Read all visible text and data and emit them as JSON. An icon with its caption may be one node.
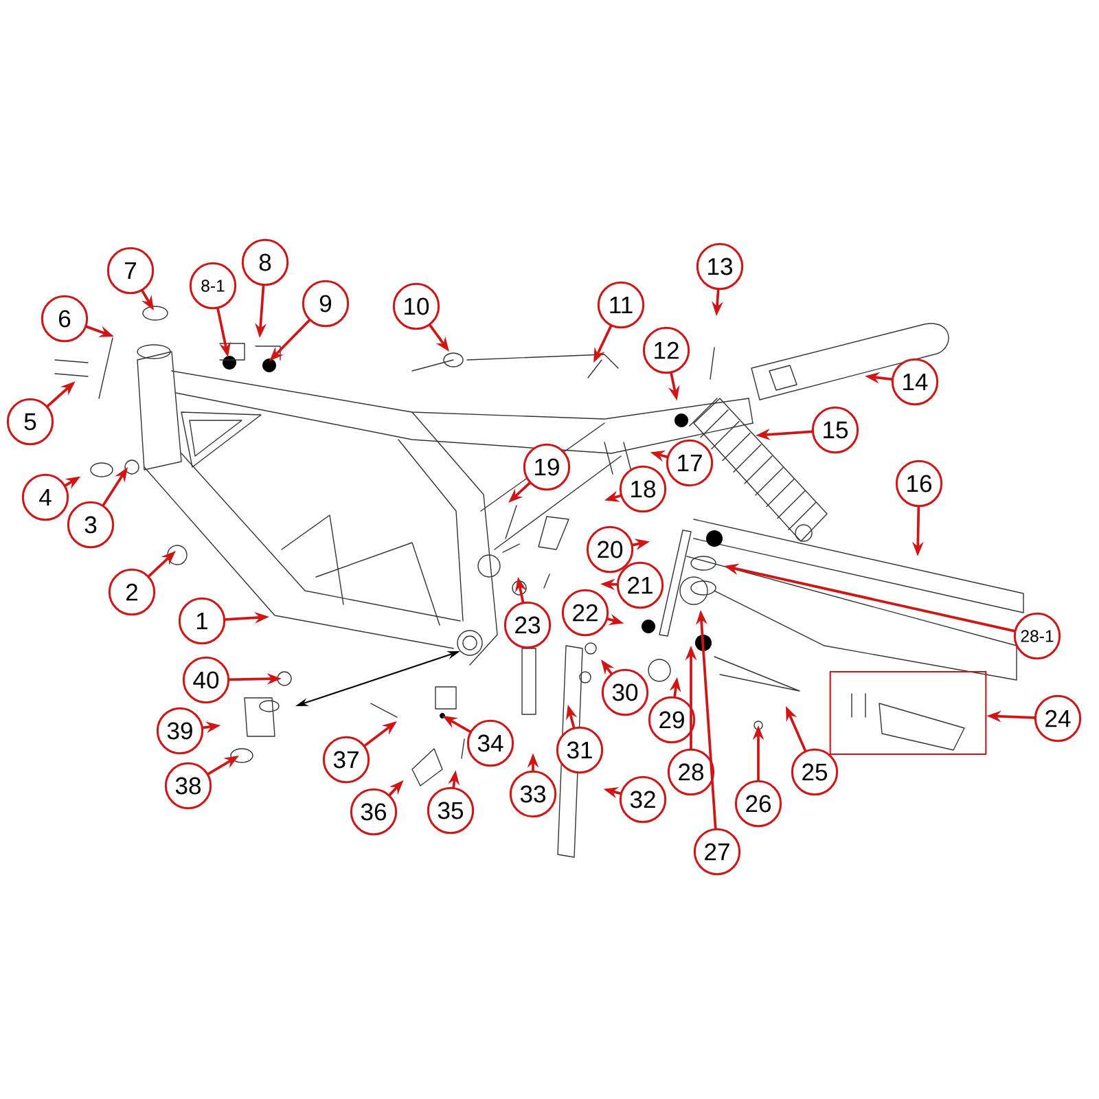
{
  "diagram": {
    "nodes": [
      {
        "text": [
          "1"
        ]
      },
      {
        "text": [
          "2"
        ]
      },
      {
        "text": [
          "3"
        ]
      },
      {
        "text": [
          "4"
        ]
      },
      {
        "text": [
          "5"
        ]
      },
      {
        "text": [
          "6"
        ]
      },
      {
        "text": [
          "7"
        ]
      },
      {
        "text": [
          "8"
        ]
      },
      {
        "text": [
          "8-1"
        ]
      },
      {
        "text": [
          "9"
        ]
      },
      {
        "text": [
          "10"
        ]
      },
      {
        "text": [
          "11"
        ]
      },
      {
        "text": [
          "12"
        ]
      },
      {
        "text": [
          "13"
        ]
      },
      {
        "text": [
          "14"
        ]
      },
      {
        "text": [
          "15"
        ]
      },
      {
        "text": [
          "16"
        ]
      },
      {
        "text": [
          "17"
        ]
      },
      {
        "text": [
          "18"
        ]
      },
      {
        "text": [
          "19"
        ]
      },
      {
        "text": [
          "20"
        ]
      },
      {
        "text": [
          "21"
        ]
      },
      {
        "text": [
          "22"
        ]
      },
      {
        "text": [
          "23"
        ]
      },
      {
        "text": [
          "24"
        ]
      },
      {
        "text": [
          "25"
        ]
      },
      {
        "text": [
          "26"
        ]
      },
      {
        "text": [
          "27"
        ]
      },
      {
        "text": [
          "28"
        ]
      },
      {
        "text": [
          "28-1"
        ]
      },
      {
        "text": [
          "29"
        ]
      },
      {
        "text": [
          "30"
        ]
      },
      {
        "text": [
          "31"
        ]
      },
      {
        "text": [
          "32"
        ]
      },
      {
        "text": [
          "33"
        ]
      },
      {
        "text": [
          "34"
        ]
      },
      {
        "text": [
          "35"
        ]
      },
      {
        "text": [
          "36"
        ]
      },
      {
        "text": [
          "37"
        ]
      },
      {
        "text": [
          "38"
        ]
      },
      {
        "text": [
          "39"
        ]
      },
      {
        "text": [
          "40"
        ]
      },
      {
        "text": [],
        "shape": "box"
      }
    ],
    "edges": [
      {
        "from": 0,
        "to": null,
        "arrow": "to"
      },
      {
        "from": 1,
        "to": null,
        "arrow": "to"
      },
      {
        "from": 2,
        "to": null,
        "arrow": "to"
      },
      {
        "from": 3,
        "to": null,
        "arrow": "to"
      },
      {
        "from": 4,
        "to": null,
        "arrow": "to"
      },
      {
        "from": 5,
        "to": null,
        "arrow": "to"
      },
      {
        "from": 6,
        "to": null,
        "arrow": "to"
      },
      {
        "from": 7,
        "to": null,
        "arrow": "to"
      },
      {
        "from": 8,
        "to": null,
        "arrow": "to"
      },
      {
        "from": 9,
        "to": null,
        "arrow": "to"
      },
      {
        "from": 10,
        "to": null,
        "arrow": "to"
      },
      {
        "from": 11,
        "to": null,
        "arrow": "to"
      },
      {
        "from": 12,
        "to": null,
        "arrow": "to"
      },
      {
        "from": 13,
        "to": null,
        "arrow": "to"
      },
      {
        "from": 14,
        "to": null,
        "arrow": "to"
      },
      {
        "from": 15,
        "to": null,
        "arrow": "to"
      },
      {
        "from": 16,
        "to": null,
        "arrow": "to"
      },
      {
        "from": 17,
        "to": null,
        "arrow": "to"
      },
      {
        "from": 18,
        "to": null,
        "arrow": "to"
      },
      {
        "from": 19,
        "to": null,
        "arrow": "to"
      },
      {
        "from": 20,
        "to": null,
        "arrow": "to"
      },
      {
        "from": 21,
        "to": null,
        "arrow": "to"
      },
      {
        "from": 22,
        "to": null,
        "arrow": "to"
      },
      {
        "from": 23,
        "to": null,
        "arrow": "to"
      },
      {
        "from": 24,
        "to": 42,
        "arrow": "to"
      },
      {
        "from": 25,
        "to": null,
        "arrow": "to"
      },
      {
        "from": 26,
        "to": null,
        "arrow": "to"
      },
      {
        "from": 27,
        "to": null,
        "arrow": "to"
      },
      {
        "from": 28,
        "to": null,
        "arrow": "to"
      },
      {
        "from": 29,
        "to": null,
        "arrow": "to"
      },
      {
        "from": 30,
        "to": null,
        "arrow": "to"
      },
      {
        "from": 31,
        "to": null,
        "arrow": "to"
      },
      {
        "from": 32,
        "to": null,
        "arrow": "to"
      },
      {
        "from": 33,
        "to": null,
        "arrow": "to"
      },
      {
        "from": 34,
        "to": null,
        "arrow": "to"
      },
      {
        "from": 35,
        "to": null,
        "arrow": "to"
      },
      {
        "from": 36,
        "to": null,
        "arrow": "to"
      },
      {
        "from": 37,
        "to": null,
        "arrow": "to"
      },
      {
        "from": 38,
        "to": null,
        "arrow": "to"
      },
      {
        "from": 39,
        "to": null,
        "arrow": "to"
      },
      {
        "from": 40,
        "to": null,
        "arrow": "to"
      },
      {
        "from": 41,
        "to": null,
        "arrow": "to"
      }
    ]
  }
}
